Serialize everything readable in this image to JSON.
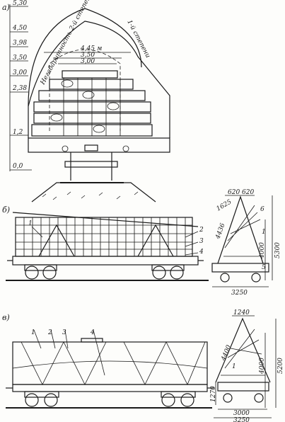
{
  "panel_a": {
    "letter": "а)",
    "levels": [
      "5,30",
      "4,50",
      "3,98",
      "3,50",
      "3,00",
      "2,38",
      "1,2",
      "0,0"
    ],
    "center_dims": [
      "4,45 м",
      "3,50",
      "3,00"
    ],
    "gauge_left": "Негабаритность 2-й степени",
    "gauge_right": "1-й степени"
  },
  "panel_b": {
    "letter": "б)",
    "callouts": [
      "1",
      "2",
      "3",
      "4"
    ],
    "end_view": {
      "top_dims": [
        "620",
        "620"
      ],
      "slant_dims": [
        "1625",
        "4436"
      ],
      "callouts": [
        "6",
        "1",
        "5"
      ],
      "height_dims": [
        "4000",
        "5300"
      ],
      "width_dim": "3250"
    }
  },
  "panel_c": {
    "letter": "в)",
    "callouts": [
      "1",
      "2",
      "3",
      "4"
    ],
    "end_view": {
      "top_dim": "1240",
      "slant_dim": "4400",
      "height_dims": [
        "4000",
        "5200"
      ],
      "small_dim": "1270",
      "bottom_dims": [
        "3000",
        "3250"
      ],
      "callout": "1"
    }
  }
}
